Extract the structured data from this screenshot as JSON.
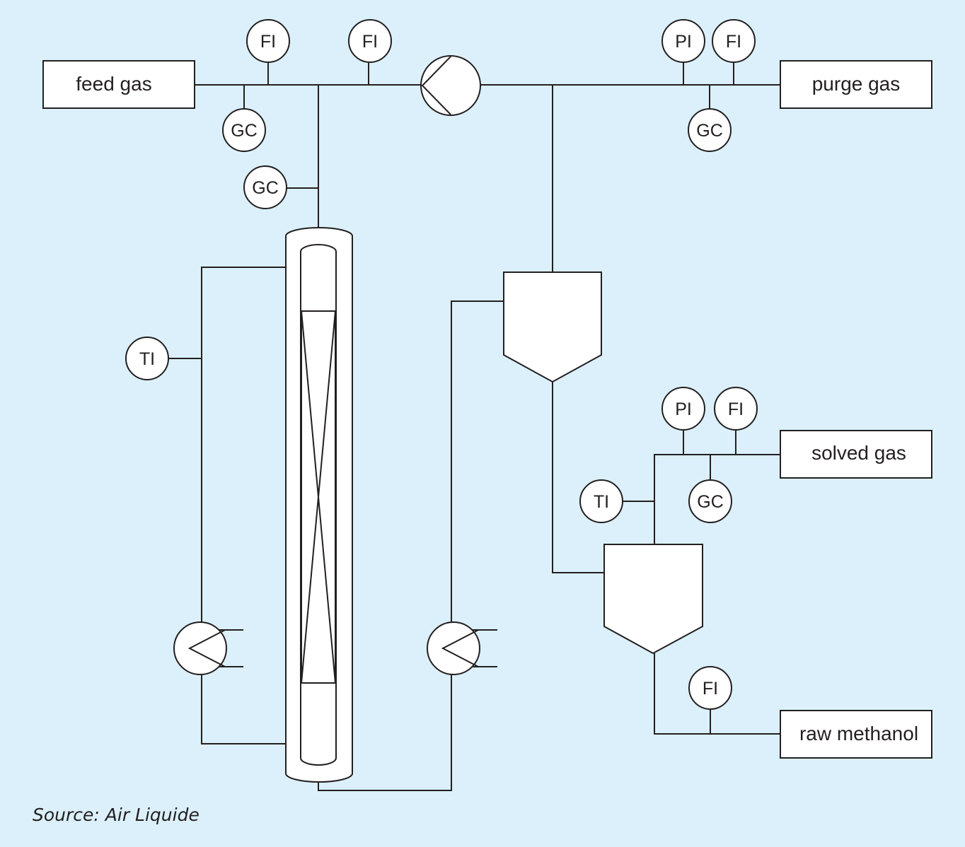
{
  "colors": {
    "background": "#dbf0fa",
    "line": "#231f20",
    "fill": "#ffffff"
  },
  "streams": {
    "feed_gas": "feed gas",
    "purge_gas": "purge gas",
    "solved_gas": "solved gas",
    "raw_methanol": "raw methanol"
  },
  "instruments": {
    "fi": "FI",
    "gc": "GC",
    "pi": "PI",
    "ti": "TI"
  },
  "source": "Source: Air Liquide"
}
